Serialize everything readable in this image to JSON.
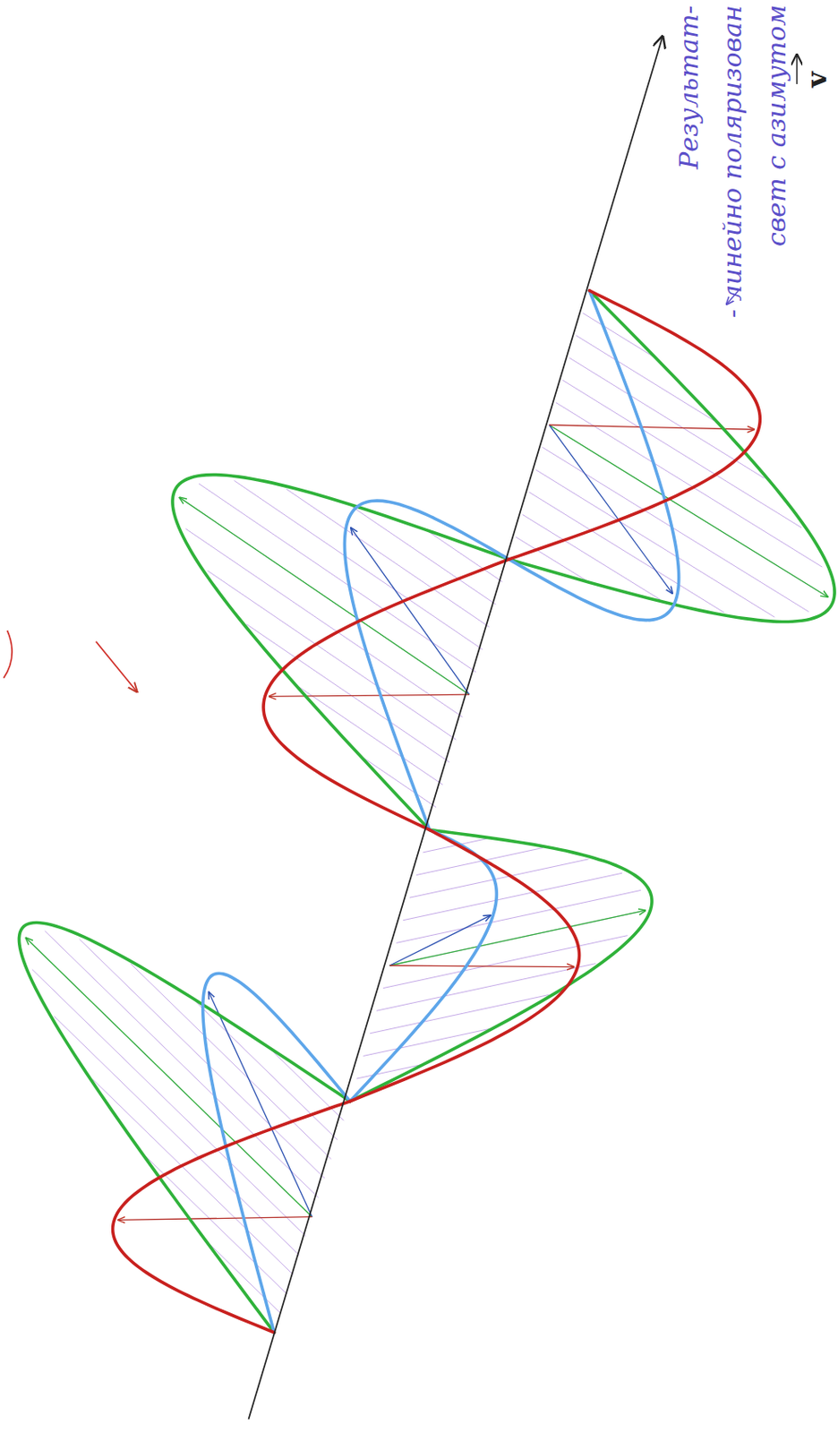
{
  "diagram": {
    "labels": [
      "Результат-",
      "- линейно поляризован",
      "свет с азимутом",
      "v"
    ]
  }
}
